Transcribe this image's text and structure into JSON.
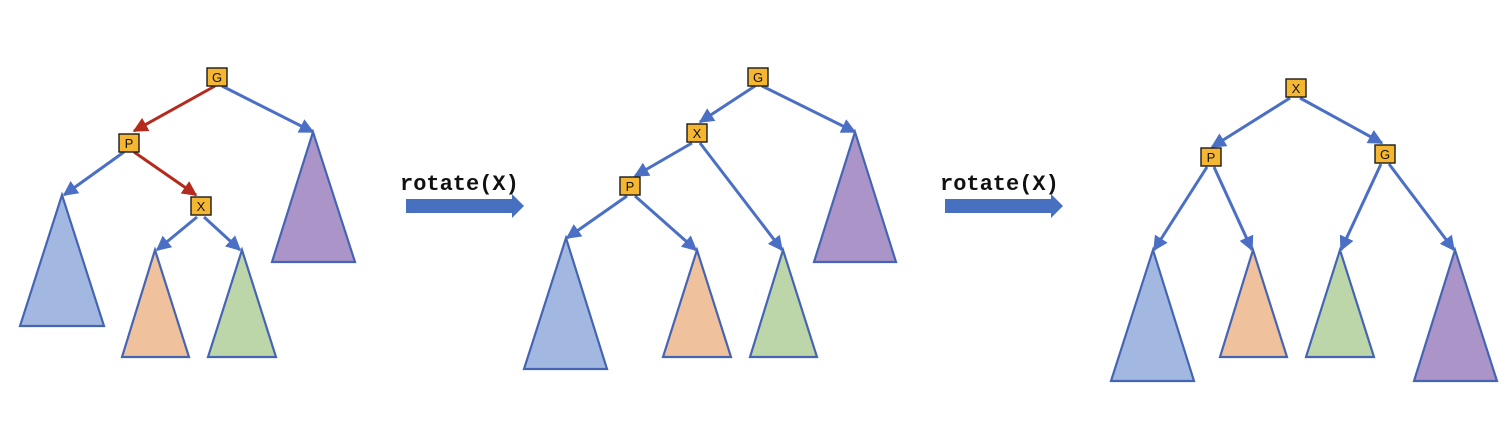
{
  "colors": {
    "edge": "#4a6fc4",
    "highlight_edge": "#b52a1c",
    "node_fill": "#f5b731",
    "subtree_blue": "#a3b8e0",
    "subtree_orange": "#efc19c",
    "subtree_green": "#bdd6a9",
    "subtree_purple": "#ab95c8",
    "subtree_stroke": "#4565b4",
    "arrow": "#4770c0"
  },
  "nodes": {
    "g": "G",
    "p": "P",
    "x": "X"
  },
  "operations": {
    "first": "rotate(X)",
    "second": "rotate(X)"
  }
}
